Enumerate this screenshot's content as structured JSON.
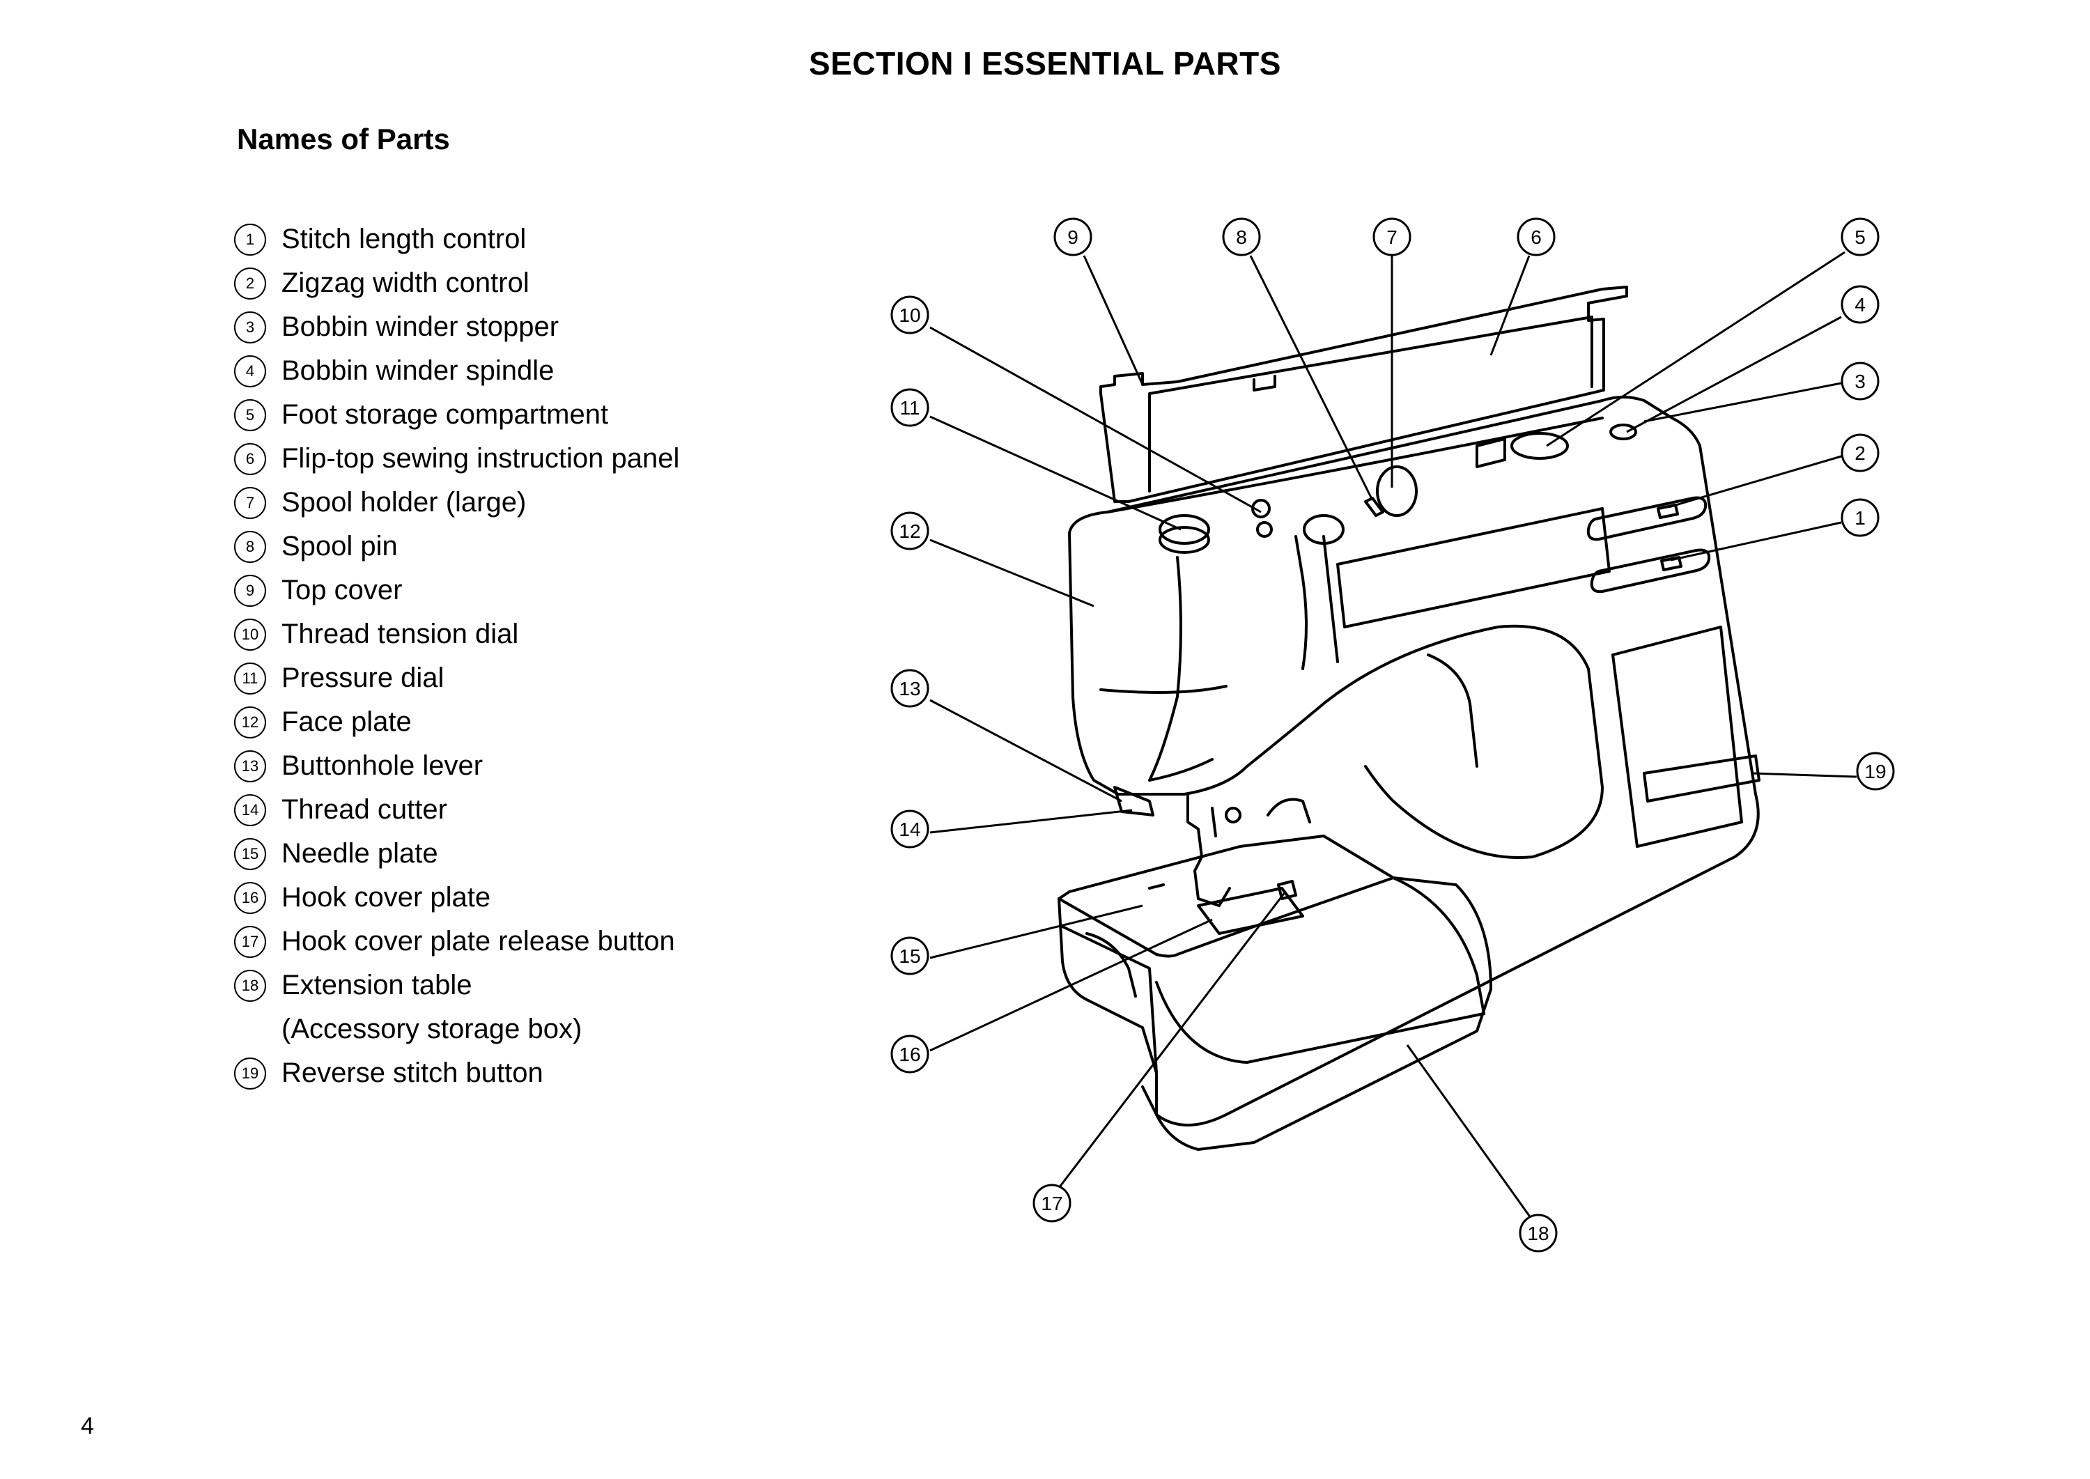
{
  "header": {
    "section_title": "SECTION  I  ESSENTIAL PARTS"
  },
  "subheading": "Names of Parts",
  "parts": [
    {
      "num": "1",
      "label": "Stitch length control"
    },
    {
      "num": "2",
      "label": "Zigzag width control"
    },
    {
      "num": "3",
      "label": "Bobbin winder stopper"
    },
    {
      "num": "4",
      "label": "Bobbin winder spindle"
    },
    {
      "num": "5",
      "label": "Foot storage compartment"
    },
    {
      "num": "6",
      "label": "Flip-top sewing instruction panel"
    },
    {
      "num": "7",
      "label": "Spool holder (large)"
    },
    {
      "num": "8",
      "label": "Spool pin"
    },
    {
      "num": "9",
      "label": "Top cover"
    },
    {
      "num": "10",
      "label": "Thread tension dial"
    },
    {
      "num": "11",
      "label": "Pressure dial"
    },
    {
      "num": "12",
      "label": "Face plate"
    },
    {
      "num": "13",
      "label": "Buttonhole lever"
    },
    {
      "num": "14",
      "label": "Thread cutter"
    },
    {
      "num": "15",
      "label": "Needle plate"
    },
    {
      "num": "16",
      "label": "Hook cover plate"
    },
    {
      "num": "17",
      "label": "Hook cover plate release button"
    },
    {
      "num": "18",
      "label": "Extension table"
    },
    {
      "num": "",
      "label": "(Accessory storage box)"
    },
    {
      "num": "19",
      "label": "Reverse stitch button"
    }
  ],
  "page_number": "4"
}
